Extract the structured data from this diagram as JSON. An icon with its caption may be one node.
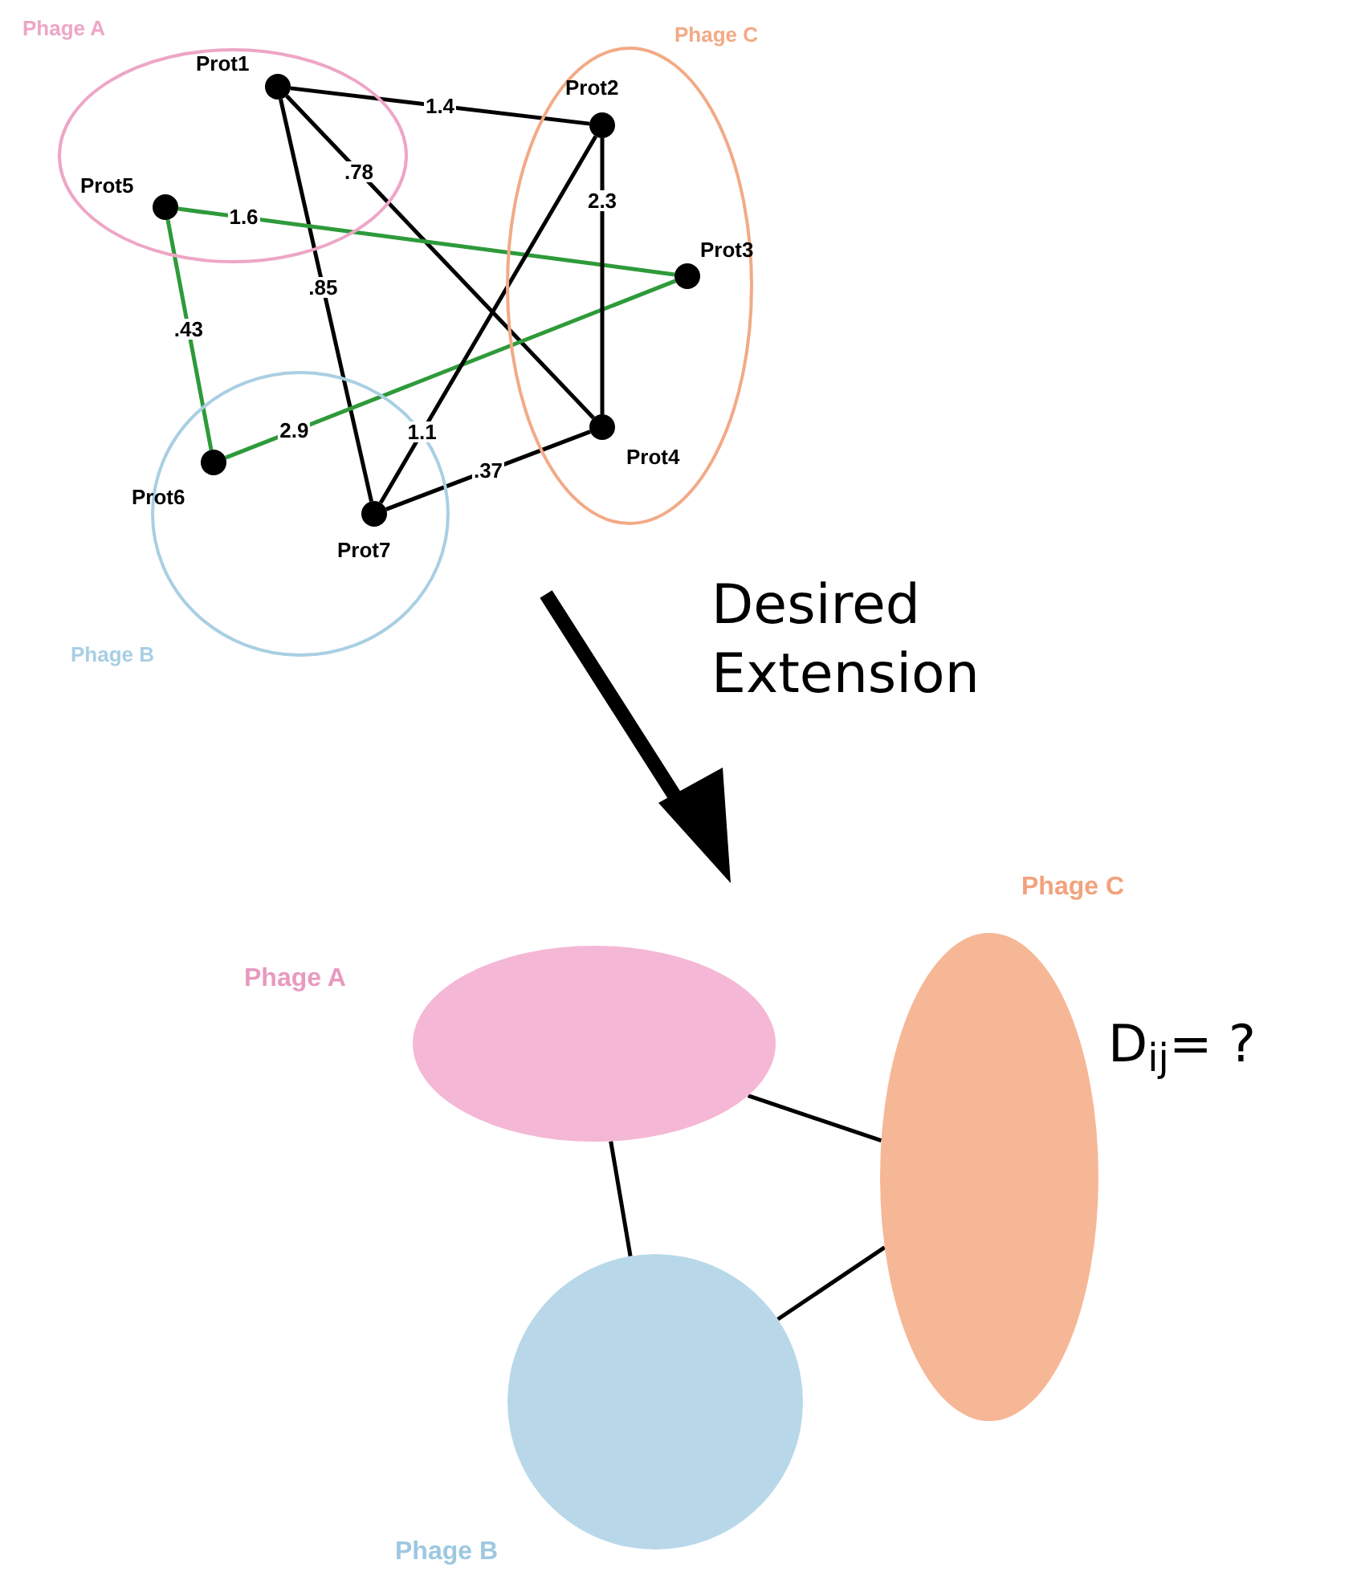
{
  "diagram": {
    "nodes": [
      {
        "text": [
          "Phage A"
        ]
      },
      {
        "text": [
          "Phage B"
        ]
      },
      {
        "text": [
          "Phage C"
        ]
      },
      {
        "text": [
          "Prot1"
        ],
        "in": 0
      },
      {
        "text": [
          "Prot2"
        ],
        "in": 2
      },
      {
        "text": [
          "Prot3"
        ],
        "in": 2
      },
      {
        "text": [
          "Prot4"
        ],
        "in": 2
      },
      {
        "text": [
          "Prot5"
        ],
        "in": 0
      },
      {
        "text": [
          "Prot6"
        ],
        "in": 1
      },
      {
        "text": [
          "Prot7"
        ],
        "in": 1
      },
      {
        "text": [
          "Phage A"
        ]
      },
      {
        "text": [
          "Phage B"
        ]
      },
      {
        "text": [
          "Phage C"
        ]
      }
    ],
    "edges": [
      {
        "from": 3,
        "to": 4,
        "arrow": "none",
        "label": "1.4"
      },
      {
        "from": 3,
        "to": 6,
        "arrow": "none",
        "label": ".78"
      },
      {
        "from": 3,
        "to": 9,
        "arrow": "none",
        "label": ".85"
      },
      {
        "from": 7,
        "to": 5,
        "arrow": "none",
        "label": "1.6",
        "color": "#2e9a3a"
      },
      {
        "from": 7,
        "to": 8,
        "arrow": "none",
        "label": ".43",
        "color": "#2e9a3a"
      },
      {
        "from": 8,
        "to": 5,
        "arrow": "none",
        "label": "2.9",
        "color": "#2e9a3a"
      },
      {
        "from": 4,
        "to": 6,
        "arrow": "none",
        "label": "2.3"
      },
      {
        "from": 4,
        "to": 9,
        "arrow": "none",
        "label": "1.1"
      },
      {
        "from": 9,
        "to": 6,
        "arrow": "none",
        "label": ".37"
      },
      {
        "from": 10,
        "to": 12,
        "arrow": "none"
      },
      {
        "from": 10,
        "to": 11,
        "arrow": "none"
      },
      {
        "from": 11,
        "to": 12,
        "arrow": "none"
      }
    ],
    "labels": [
      "Desired Extension",
      "D$_{ij}$= ?"
    ]
  }
}
